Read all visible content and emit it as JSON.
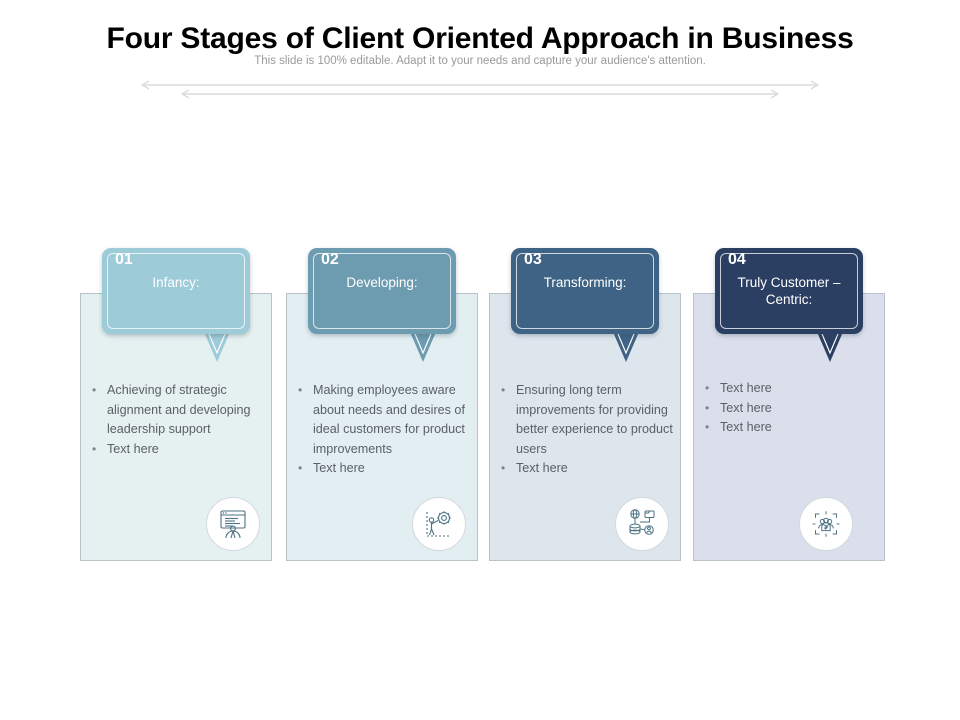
{
  "slide": {
    "title": "Four Stages of Client Oriented Approach in Business",
    "subtitle": "This slide is 100% editable. Adapt it to your needs and capture your audience's attention."
  },
  "decoration": {
    "arrow_top_name": "double-headed-arrow-long",
    "arrow_bottom_name": "double-headed-arrow-short",
    "arrow_color": "#dcdcdc"
  },
  "colors": {
    "stage1_bubble": "#9dcbd8",
    "stage2_bubble": "#6d9bb0",
    "stage3_bubble": "#3e6384",
    "stage4_bubble": "#2b3f63",
    "stage1_panel": "#e5f0f0",
    "stage2_panel": "#e2eef2",
    "stage3_panel": "#dde5ed",
    "stage4_panel": "#dadfeb",
    "panel_border": "#b9c2c6",
    "body_text": "#5b6065",
    "title_text": "#000000",
    "subtitle_text": "#9a9a9a"
  },
  "stages": [
    {
      "number": "01",
      "label": "Infancy:",
      "bubble_color": "#9dcbd8",
      "panel_color": "#e5f0f0",
      "icon_name": "presentation-screen-person-icon",
      "bullets": [
        "Achieving of strategic alignment and developing leadership support",
        "Text here"
      ]
    },
    {
      "number": "02",
      "label": "Developing:",
      "bubble_color": "#6d9bb0",
      "panel_color": "#e2eef2",
      "icon_name": "person-pushing-gear-icon",
      "bullets": [
        "Making employees aware about needs and desires of ideal customers for product improvements",
        "Text here"
      ]
    },
    {
      "number": "03",
      "label": "Transforming:",
      "bubble_color": "#3e6384",
      "panel_color": "#dde5ed",
      "icon_name": "network-database-user-icon",
      "bullets": [
        "Ensuring long term improvements for providing better experience to product users",
        "Text here"
      ]
    },
    {
      "number": "04",
      "label": "Truly  Customer – Centric:",
      "bubble_color": "#2b3f63",
      "panel_color": "#dadfeb",
      "icon_name": "customer-group-focus-icon",
      "bullets": [
        "Text here",
        "Text here",
        "Text here"
      ]
    }
  ]
}
